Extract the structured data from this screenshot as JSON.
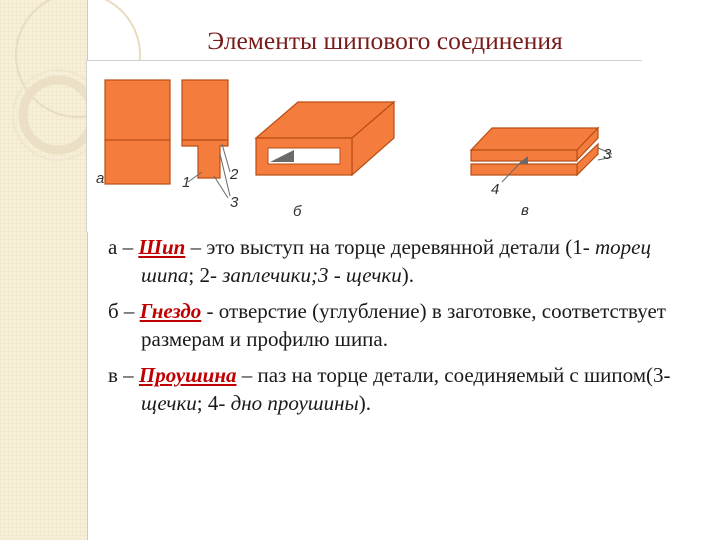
{
  "title": "Элементы шипового соединения",
  "colors": {
    "accent_title": "#7a1b1b",
    "term": "#c00000",
    "wood": "#f47c3c",
    "wood_stroke": "#b94e15",
    "side_strip": "#f6efd9"
  },
  "figure": {
    "labels": {
      "a": "а",
      "b": "б",
      "v": "в",
      "n1": "1",
      "n2": "2",
      "n3": "3",
      "n3b": "3",
      "n4": "4"
    }
  },
  "definitions": [
    {
      "prefix": "а – ",
      "term": "Шип",
      "text": " – это выступ на торце деревянной детали (1- ",
      "italic1": "торец шипа",
      "sep1": "; 2- ",
      "italic2": "заплечики;3 - щечки",
      "suffix": ")."
    },
    {
      "prefix": "б – ",
      "term": "Гнездо",
      "text": " - отверстие (углубление) в заготовке, соответствует размерам и профилю шипа."
    },
    {
      "prefix": "в – ",
      "term": "Проушина",
      "text": " – паз на торце детали, соединяемый с шипом(3- ",
      "italic1": "щечки",
      "sep1": "; 4- ",
      "italic2": "дно проушины",
      "suffix": ")."
    }
  ]
}
